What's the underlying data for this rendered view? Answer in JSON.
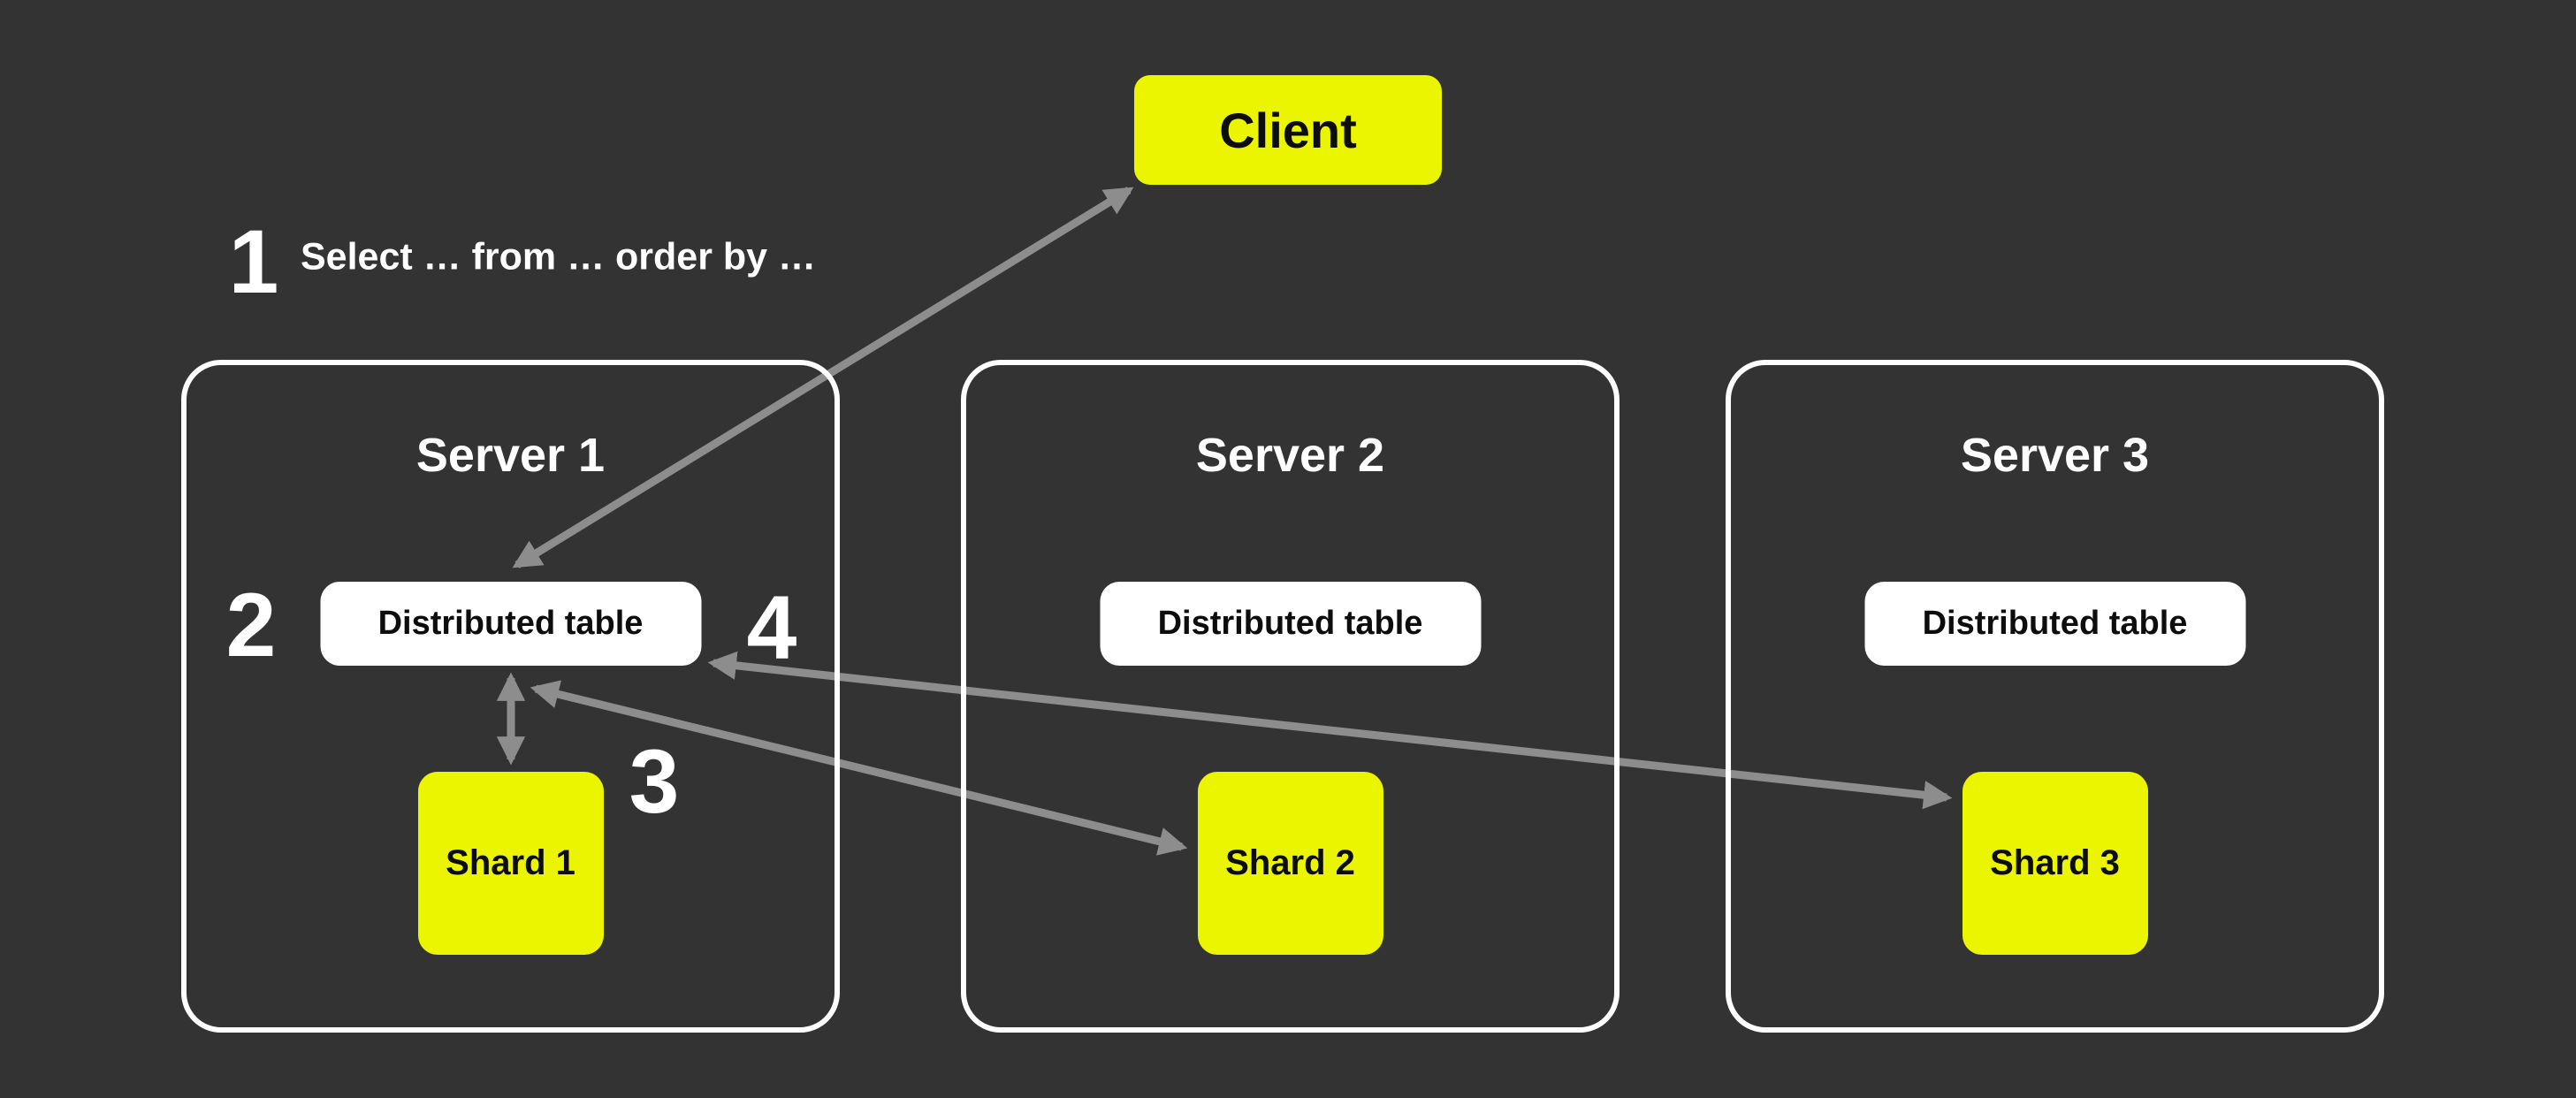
{
  "colors": {
    "background": "#333333",
    "accent_yellow": "#ecf500",
    "arrow_gray": "#8d8d8d",
    "box_white": "#ffffff",
    "text_dark": "#0d0d0d",
    "text_light": "#ffffff"
  },
  "client": {
    "label": "Client"
  },
  "steps": [
    {
      "number": "1",
      "label": "Select … from … order by …"
    },
    {
      "number": "2"
    },
    {
      "number": "3"
    },
    {
      "number": "4"
    }
  ],
  "servers": [
    {
      "title": "Server 1",
      "table_label": "Distributed table",
      "shard_label": "Shard 1"
    },
    {
      "title": "Server 2",
      "table_label": "Distributed table",
      "shard_label": "Shard 2"
    },
    {
      "title": "Server 3",
      "table_label": "Distributed table",
      "shard_label": "Shard 3"
    }
  ],
  "arrows": [
    {
      "name": "client-distributed-table-1",
      "between": [
        "Client",
        "Distributed table (Server 1)"
      ],
      "bidirectional": true
    },
    {
      "name": "distributed-table-1-shard-1",
      "between": [
        "Distributed table (Server 1)",
        "Shard 1"
      ],
      "bidirectional": true
    },
    {
      "name": "distributed-table-1-shard-2",
      "between": [
        "Distributed table (Server 1)",
        "Shard 2"
      ],
      "bidirectional": true
    },
    {
      "name": "distributed-table-1-shard-3",
      "between": [
        "Distributed table (Server 1)",
        "Shard 3"
      ],
      "bidirectional": true
    }
  ]
}
